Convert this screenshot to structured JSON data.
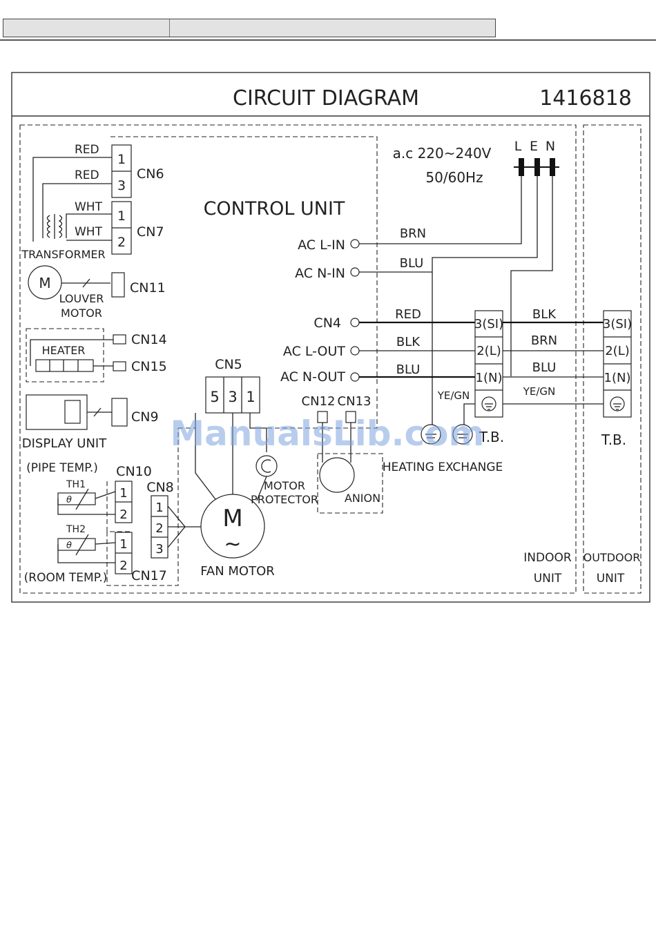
{
  "header": {
    "left_cell": "",
    "right_cell": ""
  },
  "diagram": {
    "title": "CIRCUIT  DIAGRAM",
    "code": "1416818",
    "control_unit": "CONTROL  UNIT",
    "supply": "a.c  220~240V",
    "frequency": "50/60Hz",
    "lines": {
      "l": "L",
      "e": "E",
      "n": "N"
    },
    "wires": {
      "red1": "RED",
      "red2": "RED",
      "wht1": "WHT",
      "wht2": "WHT",
      "brn": "BRN",
      "blu": "BLU",
      "cn4_red": "RED",
      "lout_blk": "BLK",
      "nout_blu": "BLU",
      "out_blk": "BLK",
      "out_brn": "BRN",
      "out_blu": "BLU",
      "ye_gn_in": "YE/GN",
      "ye_gn_out": "YE/GN"
    },
    "connectors": {
      "cn6": "CN6",
      "cn7": "CN7",
      "cn11": "CN11",
      "cn14": "CN14",
      "cn15": "CN15",
      "cn9": "CN9",
      "cn10": "CN10",
      "cn17": "CN17",
      "cn8": "CN8",
      "cn5": "CN5",
      "cn12": "CN12",
      "cn13": "CN13",
      "cn4": "CN4"
    },
    "pins": {
      "p1": "1",
      "p2": "2",
      "p3": "3",
      "p5": "5"
    },
    "terminals": {
      "ac_l_in": "AC  L-IN",
      "ac_n_in": "AC  N-IN",
      "ac_l_out": "AC  L-OUT",
      "ac_n_out": "AC  N-OUT"
    },
    "tb": {
      "si": "3(SI)",
      "l": "2(L)",
      "n": "1(N)",
      "label": "T.B."
    },
    "components": {
      "transformer": "TRANSFORMER",
      "louver": "LOUVER",
      "motor": "MOTOR",
      "m": "M",
      "heater": "HEATER",
      "display_unit": "DISPLAY  UNIT",
      "pipe_temp": "(PIPE  TEMP.)",
      "th1": "TH1",
      "th2": "TH2",
      "theta": "θ",
      "room_temp": "(ROOM  TEMP.)",
      "fan_motor": "FAN  MOTOR",
      "motor_protector_1": "MOTOR",
      "motor_protector_2": "PROTECTOR",
      "anion": "ANION",
      "heating_exchange": "HEATING  EXCHANGE",
      "tilde": "~"
    },
    "units": {
      "indoor_1": "INDOOR",
      "indoor_2": "UNIT",
      "outdoor_1": "OUTDOOR",
      "outdoor_2": "UNIT"
    }
  },
  "watermark": "ManualsLib.com"
}
